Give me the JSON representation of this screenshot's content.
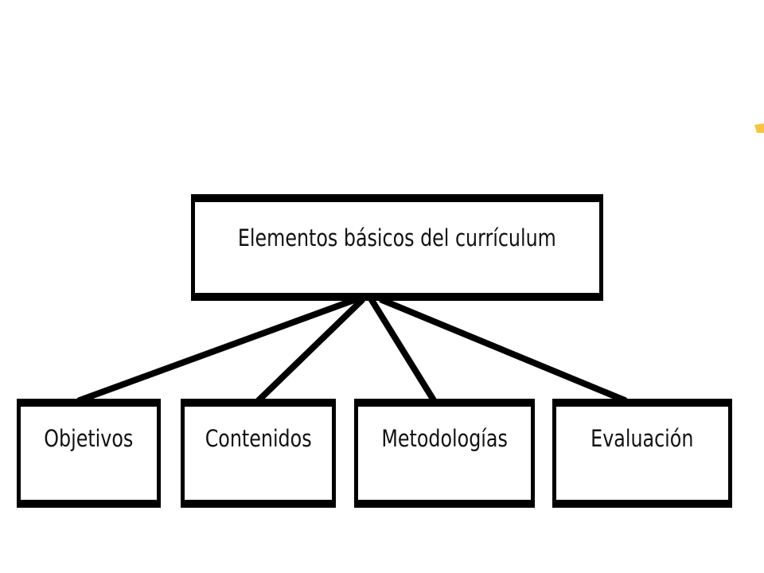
{
  "diagram": {
    "root": {
      "label": "Elementos básicos del currículum"
    },
    "children": [
      {
        "label": "Objetivos"
      },
      {
        "label": "Contenidos"
      },
      {
        "label": "Metodologías"
      },
      {
        "label": "Evaluación"
      }
    ]
  },
  "colors": {
    "stroke": "#000000",
    "text": "#111111",
    "background": "#ffffff",
    "accent_mark": "#f5c542"
  }
}
